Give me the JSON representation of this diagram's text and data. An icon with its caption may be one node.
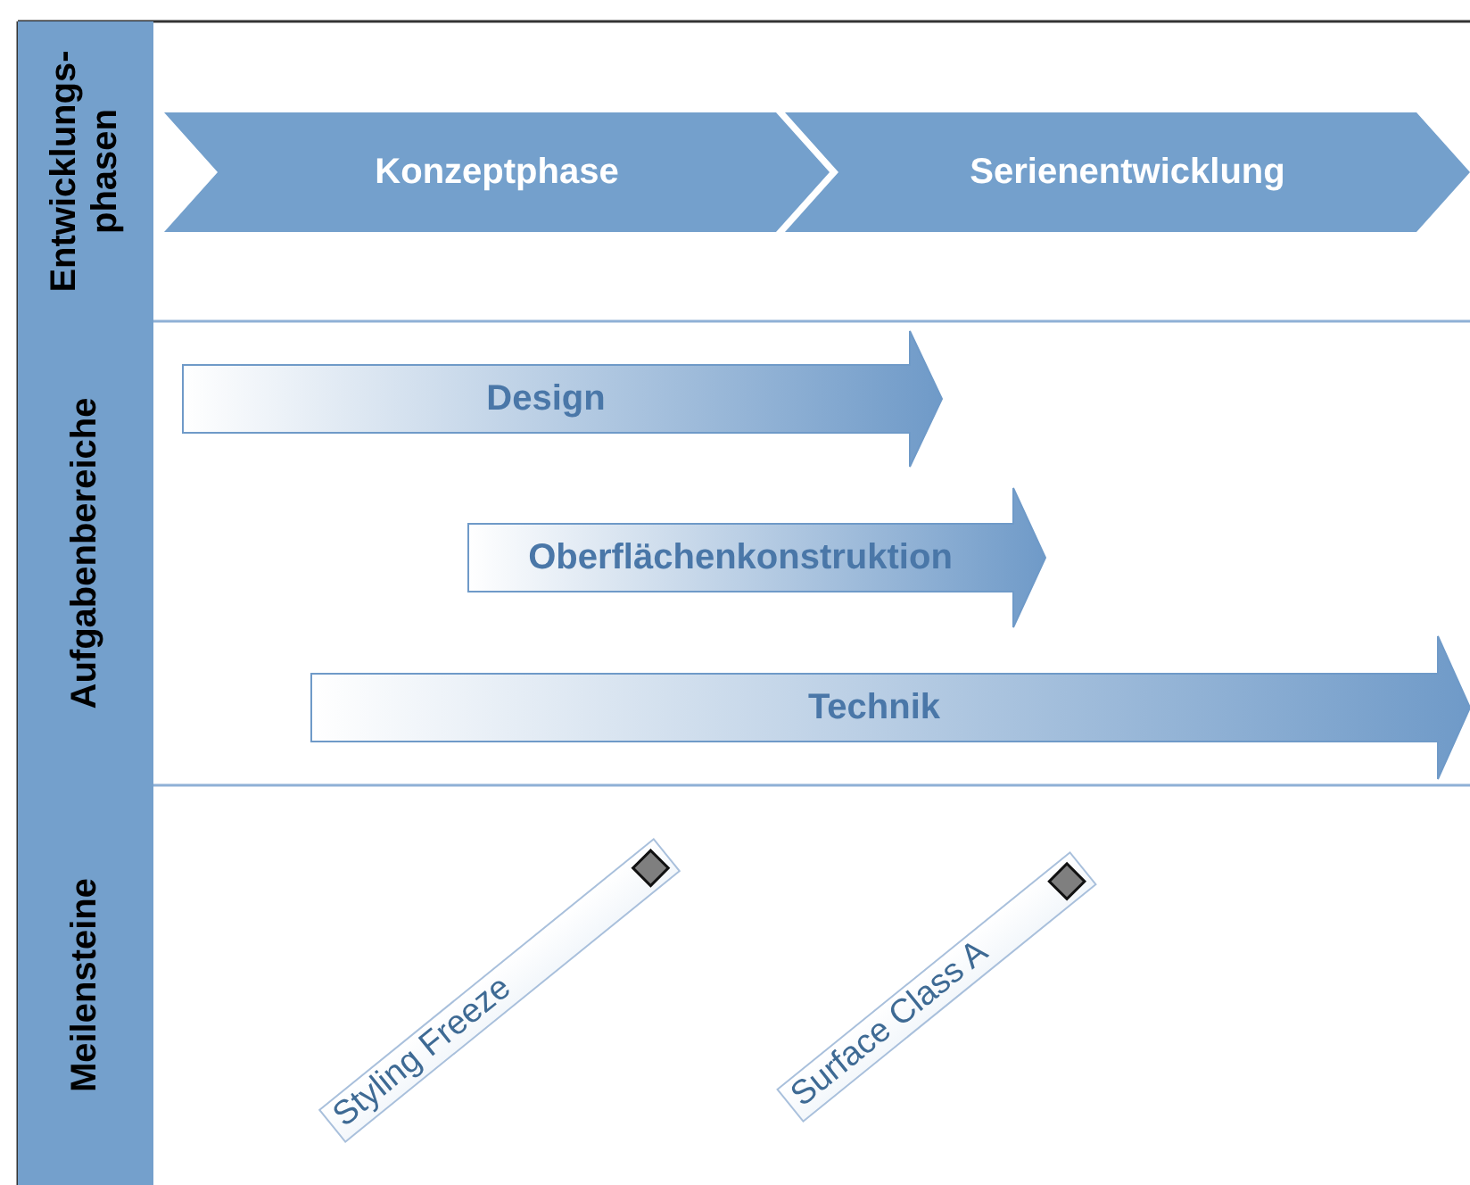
{
  "diagram": {
    "nodes": [
      {
        "text": [
          "Entwicklungs- phasen"
        ]
      },
      {
        "text": [
          "Konzeptphase"
        ]
      },
      {
        "text": [
          "Serienentwicklung"
        ]
      },
      {
        "text": [
          "Aufgabenbereiche"
        ]
      },
      {
        "text": [
          "Design"
        ]
      },
      {
        "text": [
          "Oberflächenkonstruktion"
        ]
      },
      {
        "text": [
          "Technik"
        ]
      },
      {
        "text": [
          "Meilensteine"
        ]
      },
      {
        "text": [
          "Styling Freeze"
        ]
      },
      {
        "text": [
          "Surface Class A"
        ]
      }
    ]
  }
}
